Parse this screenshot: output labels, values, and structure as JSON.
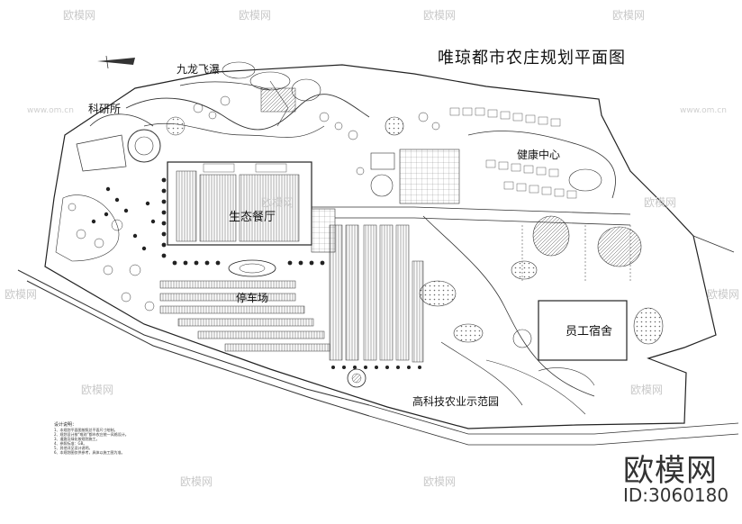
{
  "title": "唯琼都市农庄规划平面图",
  "labels": {
    "research": "科研所",
    "waterfall": "九龙飞瀑",
    "restaurant": "生态餐厅",
    "parking": "停车场",
    "health_center": "健康中心",
    "staff_dorm": "员工宿舍",
    "agri_demo": "高科技农业示范园"
  },
  "watermark": {
    "brand": "欧模网",
    "url": "www.om.cn",
    "id": "ID:3060180"
  },
  "notes": {
    "heading": "设计说明：",
    "lines": [
      "1、本规划平面图按照总平面尺寸绘制。",
      "2、规划设计按“唯琼”都市农庄统一风格设计。",
      "3、道路及绿化按规划施工。",
      "4、参照标准：GB。",
      "5、其他详见设计说明。",
      "6、本规划图仅供参考，具体以施工图为准。"
    ]
  },
  "colors": {
    "line": "#222222",
    "watermark": "#c9c9c9",
    "background": "#ffffff"
  }
}
